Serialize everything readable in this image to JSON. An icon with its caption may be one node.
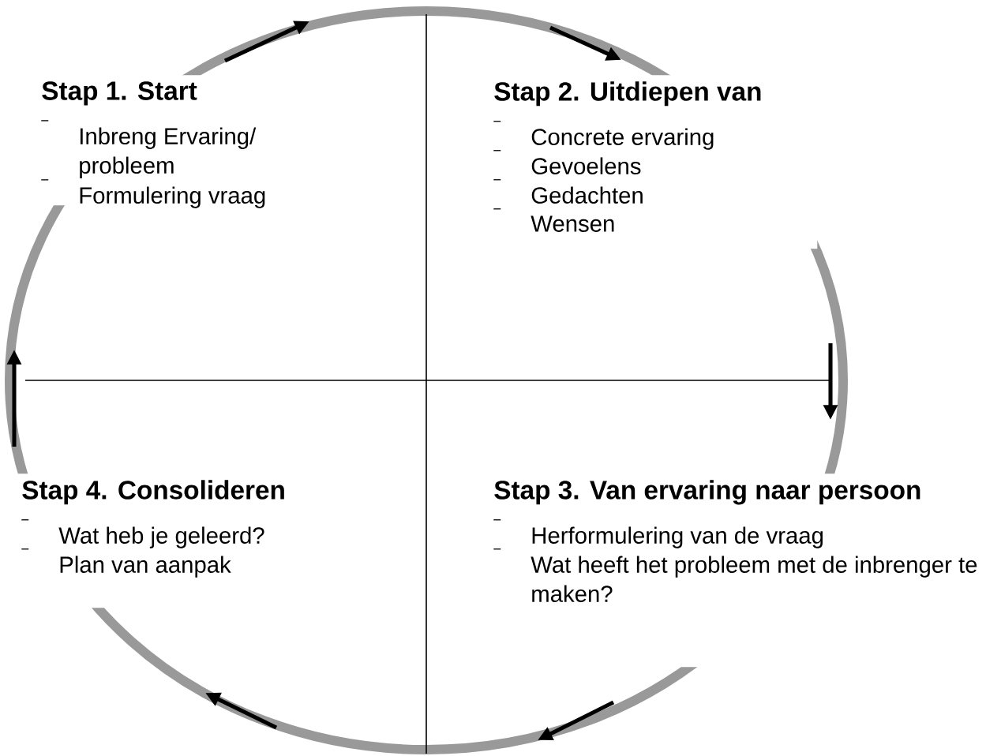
{
  "diagram": {
    "nodes": [
      {
        "text": [
          "Stap 1. Start",
          "Inbreng Ervaring/ probleem",
          "Formulering vraag"
        ]
      },
      {
        "text": [
          "Stap 2. Uitdiepen van",
          "Concrete ervaring",
          "Gevoelens",
          "Gedachten",
          "Wensen"
        ]
      },
      {
        "text": [
          "Stap 3. Van ervaring naar persoon",
          "Herformulering van de vraag",
          "Wat heeft het probleem met de inbrenger te maken?"
        ]
      },
      {
        "text": [
          "Stap 4. Consolideren",
          "Wat heb je geleerd?",
          "Plan van aanpak"
        ]
      }
    ]
  }
}
